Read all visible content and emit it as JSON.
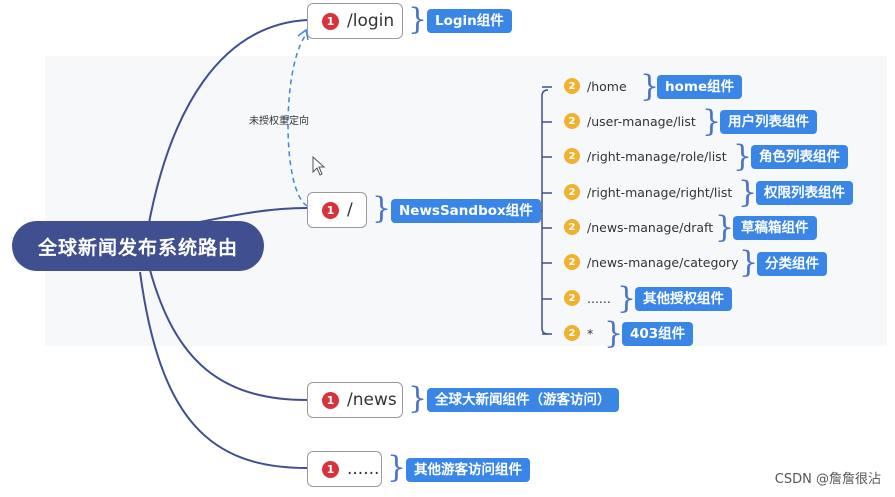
{
  "root": {
    "label": "全球新闻发布系统路由"
  },
  "redirect_label": "未授权重定向",
  "routes": [
    {
      "num": "1",
      "path": "/login",
      "component": "Login组件"
    },
    {
      "num": "1",
      "path": "/",
      "component": "NewsSandbox组件"
    },
    {
      "num": "1",
      "path": "/news",
      "component": "全球大新闻组件（游客访问）"
    },
    {
      "num": "1",
      "path": "......",
      "component": "其他游客访问组件"
    }
  ],
  "children": [
    {
      "num": "2",
      "path": "/home",
      "component": "home组件"
    },
    {
      "num": "2",
      "path": "/user-manage/list",
      "component": "用户列表组件"
    },
    {
      "num": "2",
      "path": "/right-manage/role/list",
      "component": "角色列表组件"
    },
    {
      "num": "2",
      "path": "/right-manage/right/list",
      "component": "权限列表组件"
    },
    {
      "num": "2",
      "path": "/news-manage/draft",
      "component": "草稿箱组件"
    },
    {
      "num": "2",
      "path": "/news-manage/category",
      "component": "分类组件"
    },
    {
      "num": "2",
      "path": "......",
      "component": "其他授权组件"
    },
    {
      "num": "2",
      "path": "*",
      "component": "403组件"
    }
  ],
  "watermark": "CSDN @詹詹很沾",
  "colors": {
    "root": "#3f4f8f",
    "tag": "#3a86e6",
    "level1_badge": "#d8323c",
    "level2_badge": "#f0b22e",
    "brace": "#4b74c8"
  }
}
